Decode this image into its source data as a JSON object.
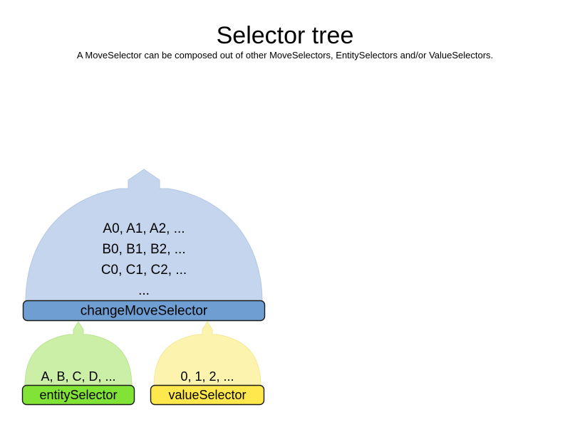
{
  "header": {
    "title": "Selector tree",
    "subtitle": "A MoveSelector can be composed out of other MoveSelectors, EntitySelectors and/or ValueSelectors."
  },
  "colors": {
    "move_dome_fill": "#c4d5ed",
    "move_dome_stroke": "#b3c8e4",
    "move_box_fill": "#6f9ed3",
    "move_box_stroke": "#1a1a1a",
    "entity_dome_fill": "#cbefa7",
    "entity_dome_stroke": "#bbe493",
    "entity_box_fill": "#80e335",
    "entity_box_stroke": "#1a1a1a",
    "value_dome_fill": "#fbf3ae",
    "value_dome_stroke": "#f3e996",
    "value_box_fill": "#ffe84d",
    "value_box_stroke": "#1a1a1a",
    "text": "#000000",
    "background": "#ffffff"
  },
  "diagram": {
    "type": "tree",
    "nodes": [
      {
        "id": "change-move-selector",
        "label": "changeMoveSelector",
        "kind": "move-selector",
        "contents": [
          "A0, A1, A2, ...",
          "B0, B1, B2, ...",
          "C0, C1, C2, ...",
          "..."
        ]
      },
      {
        "id": "entity-selector",
        "label": "entitySelector",
        "kind": "entity-selector",
        "contents": [
          "A, B, C, D, ..."
        ]
      },
      {
        "id": "value-selector",
        "label": "valueSelector",
        "kind": "value-selector",
        "contents": [
          "0, 1, 2, ..."
        ]
      }
    ],
    "edges": [
      {
        "from": "entity-selector",
        "to": "change-move-selector"
      },
      {
        "from": "value-selector",
        "to": "change-move-selector"
      }
    ]
  }
}
